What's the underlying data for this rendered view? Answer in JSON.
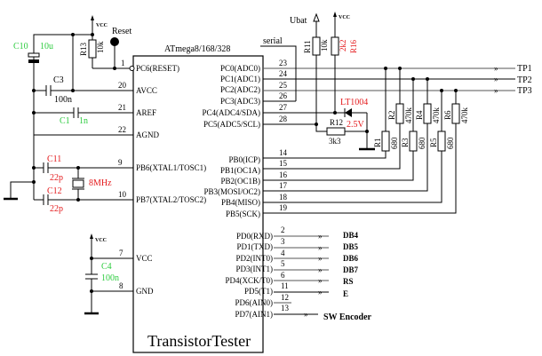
{
  "title": "TransistorTester",
  "chip": {
    "name": "ATmega8/168/328",
    "left_pins": [
      {
        "num": "1",
        "label": "PC6(RESET)"
      },
      {
        "num": "20",
        "label": "AVCC"
      },
      {
        "num": "21",
        "label": "AREF"
      },
      {
        "num": "22",
        "label": "AGND"
      },
      {
        "num": "9",
        "label": "PB6(XTAL1/TOSC1)"
      },
      {
        "num": "10",
        "label": "PB7(XTAL2/TOSC2)"
      },
      {
        "num": "7",
        "label": "VCC"
      },
      {
        "num": "8",
        "label": "GND"
      }
    ],
    "right_pins": [
      {
        "num": "23",
        "label": "PC0(ADC0)"
      },
      {
        "num": "24",
        "label": "PC1(ADC1)"
      },
      {
        "num": "25",
        "label": "PC2(ADC2)"
      },
      {
        "num": "26",
        "label": "PC3(ADC3)"
      },
      {
        "num": "27",
        "label": "PC4(ADC4/SDA)"
      },
      {
        "num": "28",
        "label": "PC5(ADC5/SCL)"
      },
      {
        "num": "14",
        "label": "PB0(ICP)"
      },
      {
        "num": "15",
        "label": "PB1(OC1A)"
      },
      {
        "num": "16",
        "label": "PB2(OC1B)"
      },
      {
        "num": "17",
        "label": "PB3(MOSI/OC2)"
      },
      {
        "num": "18",
        "label": "PB4(MISO)"
      },
      {
        "num": "19",
        "label": "PB5(SCK)"
      },
      {
        "num": "2",
        "label": "PD0(RXD)"
      },
      {
        "num": "3",
        "label": "PD1(TXD)"
      },
      {
        "num": "4",
        "label": "PD2(INT0)"
      },
      {
        "num": "5",
        "label": "PD3(INT1)"
      },
      {
        "num": "6",
        "label": "PD4(XCK/T0)"
      },
      {
        "num": "11",
        "label": "PD5(T1)"
      },
      {
        "num": "12",
        "label": "PD6(AIN0)"
      },
      {
        "num": "13",
        "label": "PD7(AIN1)"
      }
    ]
  },
  "labels": {
    "serial": "serial",
    "reset": "Reset",
    "vcc": "VCC",
    "ubat": "Ubat",
    "ref_chip": "LT1004",
    "ref_voltage": "2.5V",
    "crystal": "8MHz"
  },
  "components": {
    "C10": {
      "name": "C10",
      "value": "10u"
    },
    "C3": {
      "name": "C3",
      "value": "100n"
    },
    "C1": {
      "name": "C1",
      "value": "1n"
    },
    "C11": {
      "name": "C11",
      "value": "22p"
    },
    "C12": {
      "name": "C12",
      "value": "22p"
    },
    "C4": {
      "name": "C4",
      "value": "100n"
    },
    "R13": {
      "name": "R13",
      "value": "10k"
    },
    "R11": {
      "name": "R11",
      "value": "10k"
    },
    "R16": {
      "name": "R16",
      "value": "2k2"
    },
    "R12": {
      "name": "R12",
      "value": "3k3"
    },
    "R1": {
      "name": "R1",
      "value": "680"
    },
    "R2": {
      "name": "R2",
      "value": "470k"
    },
    "R3": {
      "name": "R3",
      "value": "680"
    },
    "R4": {
      "name": "R4",
      "value": "470k"
    },
    "R5": {
      "name": "R5",
      "value": "680"
    },
    "R6": {
      "name": "R6",
      "value": "470k"
    }
  },
  "test_points": [
    "TP1",
    "TP2",
    "TP3"
  ],
  "outputs": [
    "DB4",
    "DB5",
    "DB6",
    "DB7",
    "RS",
    "E",
    "SW Encoder"
  ]
}
